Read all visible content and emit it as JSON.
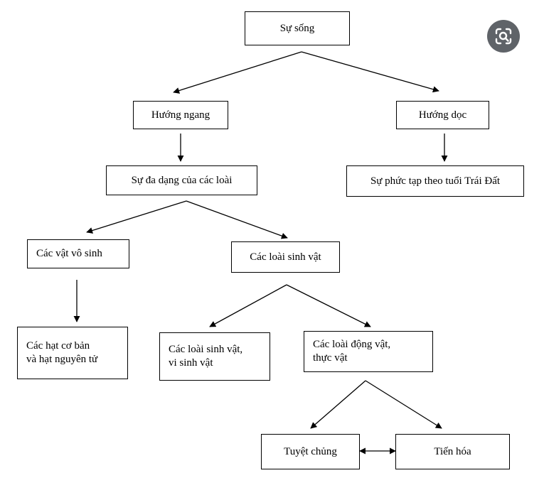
{
  "nodes": {
    "root": "Sự sống",
    "horizontal": "Hướng ngang",
    "vertical": "Hướng dọc",
    "species_diversity": "Sự đa dạng của các loài",
    "earth_age_complexity": "Sự phức tạp theo tuổi Trái Đất",
    "inanimate": "Các vật vô sinh",
    "living_species": "Các loài sinh vật",
    "particles": "Các hạt cơ bản\nvà hạt nguyên tử",
    "microorganisms": "Các loài sinh vật,\nvi sinh vật",
    "animals_plants": "Các loài động vật,\nthực vật",
    "extinction": "Tuyệt chủng",
    "evolution": "Tiến hóa"
  },
  "overlay": {
    "icon": "visual-search-icon"
  }
}
